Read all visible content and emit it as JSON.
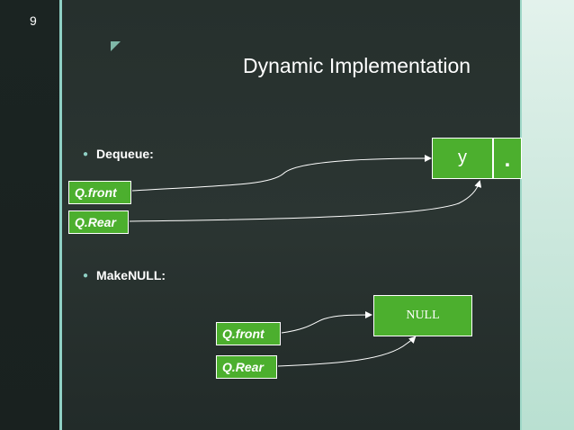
{
  "slide": {
    "number": "9",
    "title": "Dynamic Implementation"
  },
  "bullets": {
    "dequeue": "Dequeue:",
    "makenull": "MakeNULL:"
  },
  "dequeue": {
    "front_label": "Q.front",
    "rear_label": "Q.Rear",
    "node_value": "y",
    "node_next": "."
  },
  "makenull": {
    "front_label": "Q.front",
    "rear_label": "Q.Rear",
    "null_text": "NULL"
  },
  "colors": {
    "box_fill": "#4caf2e",
    "accent": "#8fd0c4",
    "background": "#2b3532"
  }
}
